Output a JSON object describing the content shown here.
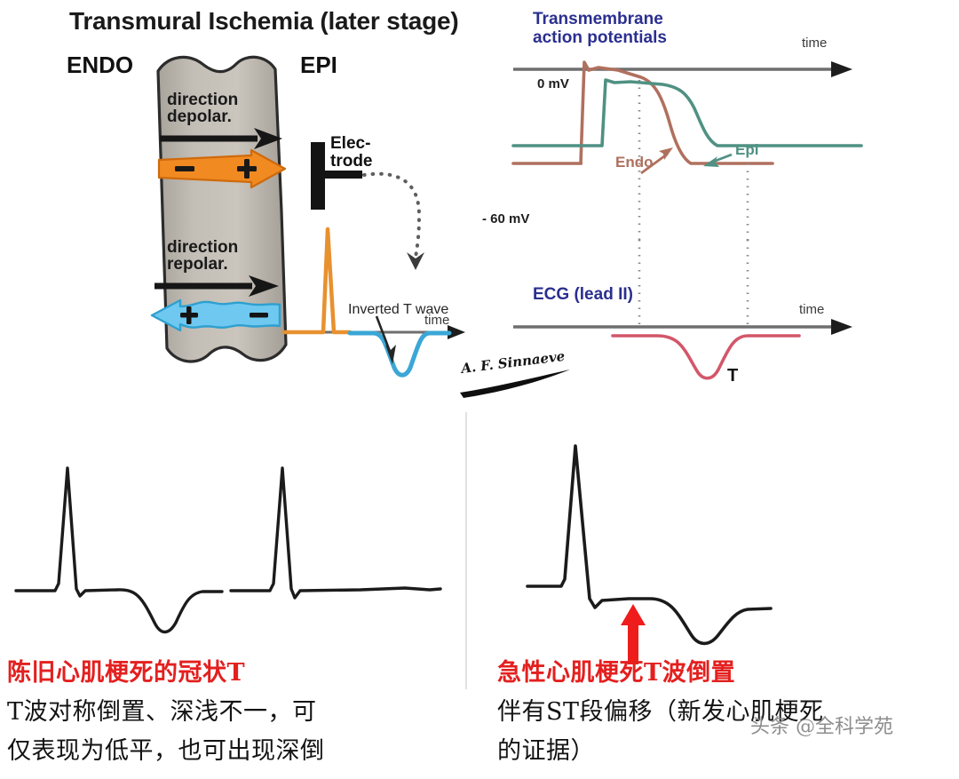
{
  "figure": {
    "title": "Transmural Ischemia (later stage)",
    "signature": "A. F. Sinnaeve"
  },
  "myocardium": {
    "endo_label": "ENDO",
    "epi_label": "EPI",
    "depolarization_text": "direction\ndepolar.",
    "depolarization_line1": "direction",
    "depolarization_line2": "depolar.",
    "repolarization_line1": "direction",
    "repolarization_line2": "repolar.",
    "depol_dipole_minus": "–",
    "depol_dipole_plus": "+",
    "repol_dipole_plus": "+",
    "repol_dipole_minus": "–",
    "fill_color": "#b9b4ac",
    "depol_arrow_color": "#f08a21",
    "repol_arrow_color": "#5ec3ee"
  },
  "electrode": {
    "label_line1": "Elec-",
    "label_line2": "trode"
  },
  "small_trace": {
    "annotation": "Inverted T wave",
    "time_label": "time",
    "qrs_color": "#e8912f",
    "t_color": "#3ba7d6"
  },
  "action_potentials": {
    "title_line1": "Transmembrane",
    "title_line2": "action potentials",
    "title_color": "#2b2f8f",
    "time_label": "time",
    "y_labels": [
      "0 mV",
      "- 60 mV"
    ],
    "series": [
      {
        "name": "Endo",
        "color": "#b0705e"
      },
      {
        "name": "Epi",
        "color": "#4f9183"
      }
    ]
  },
  "ecg_lead": {
    "title": "ECG (lead II)",
    "title_color": "#2b2f8f",
    "time_label": "time",
    "wave_label": "T",
    "trace_color": "#d4566a"
  },
  "captions": {
    "left": {
      "title": "陈旧心肌梗死的冠状T",
      "line1": "T波对称倒置、深浅不一，可",
      "line2": "仅表现为低平，也可出现深倒",
      "title_color": "#e3201f"
    },
    "right": {
      "title": "急性心肌梗死T波倒置",
      "line1": "伴有ST段偏移（新发心肌梗死",
      "line2": "的证据）",
      "title_color": "#e3201f"
    }
  },
  "watermark": {
    "text": "头条 @全科学苑"
  },
  "arrow_marker": {
    "color": "#ee1d1c"
  },
  "chart_data": {
    "type": "line",
    "title": "Transmural Ischemia (later stage)",
    "panels": [
      {
        "name": "Transmembrane action potentials",
        "xlabel": "time",
        "ylabel": "mV",
        "ytick_labels": [
          "0 mV",
          "- 60 mV"
        ],
        "ylim": [
          -60,
          5
        ],
        "grid": false,
        "legend": [
          "Endo",
          "Epi"
        ],
        "series": [
          {
            "name": "Endo",
            "color": "#b0705e",
            "comment": "earlier upstroke, earlier repolarization (shorter plateau)",
            "x": [
              0,
              10,
              12,
              14,
              20,
              35,
              50,
              58,
              64,
              70,
              76,
              82,
              100
            ],
            "y": [
              -60,
              -60,
              2,
              -1,
              -2,
              -4,
              -8,
              -18,
              -34,
              -50,
              -58,
              -60,
              -60
            ]
          },
          {
            "name": "Epi",
            "color": "#4f9183",
            "comment": "delayed upstroke, longer plateau, later repolarization",
            "x": [
              0,
              16,
              19,
              22,
              30,
              50,
              66,
              74,
              80,
              86,
              92,
              100
            ],
            "y": [
              -47,
              -47,
              -5,
              -7,
              -7,
              -9,
              -12,
              -22,
              -38,
              -45,
              -47,
              -47
            ]
          }
        ]
      },
      {
        "name": "ECG (lead II)",
        "xlabel": "time",
        "annotations": [
          "T"
        ],
        "series": [
          {
            "name": "ECG lead II",
            "color": "#d4566a",
            "comment": "isoelectric baseline with deep symmetric inverted T wave",
            "x": [
              0,
              22,
              34,
              44,
              52,
              58,
              64,
              72,
              80,
              100
            ],
            "y": [
              0,
              0,
              -2,
              -12,
              -30,
              -48,
              -28,
              -6,
              0,
              0
            ]
          }
        ]
      },
      {
        "name": "Electrode recording (inverted T wave)",
        "xlabel": "time",
        "annotations": [
          "Inverted T wave"
        ],
        "series": [
          {
            "name": "QRS",
            "color": "#e8912f",
            "comment": "tall upright narrow R spike"
          },
          {
            "name": "T",
            "color": "#3ba7d6",
            "comment": "deep inverted T wave"
          }
        ]
      },
      {
        "name": "Old myocardial infarction - coronary T (left, trace 1)",
        "comment": "deep symmetric inverted T wave after normal QRS"
      },
      {
        "name": "Old myocardial infarction - low flat T (left, trace 2)",
        "comment": "normal QRS, flat / low-amplitude T wave"
      },
      {
        "name": "Acute myocardial infarction - inverted T with ST deviation (right)",
        "comment": "QRS followed by ST-segment depression (red arrow) then inverted T wave"
      }
    ]
  }
}
